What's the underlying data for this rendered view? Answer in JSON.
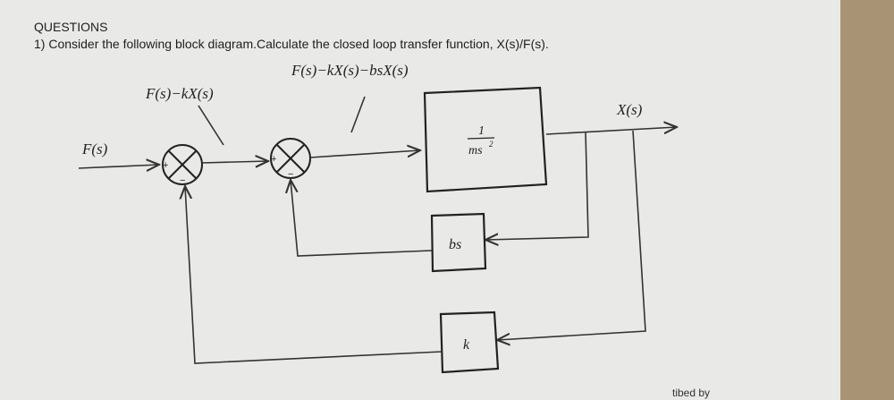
{
  "header": {
    "heading": "QUESTIONS",
    "question": "1) Consider the following block diagram.Calculate the closed loop transfer function, X(s)/F(s)."
  },
  "diagram": {
    "input_label": "F(s)",
    "annotation_1": "F(s)−kX(s)",
    "annotation_2": "F(s)−kX(s)−bsX(s)",
    "output_label": "X(s)",
    "plant_num": "1",
    "plant_den": "ms",
    "plant_den_exp": "2",
    "damping_block": "bs",
    "spring_block": "k",
    "sum_plus": "+",
    "sum_minus": "−"
  },
  "footer": {
    "corner": "tibed by"
  }
}
